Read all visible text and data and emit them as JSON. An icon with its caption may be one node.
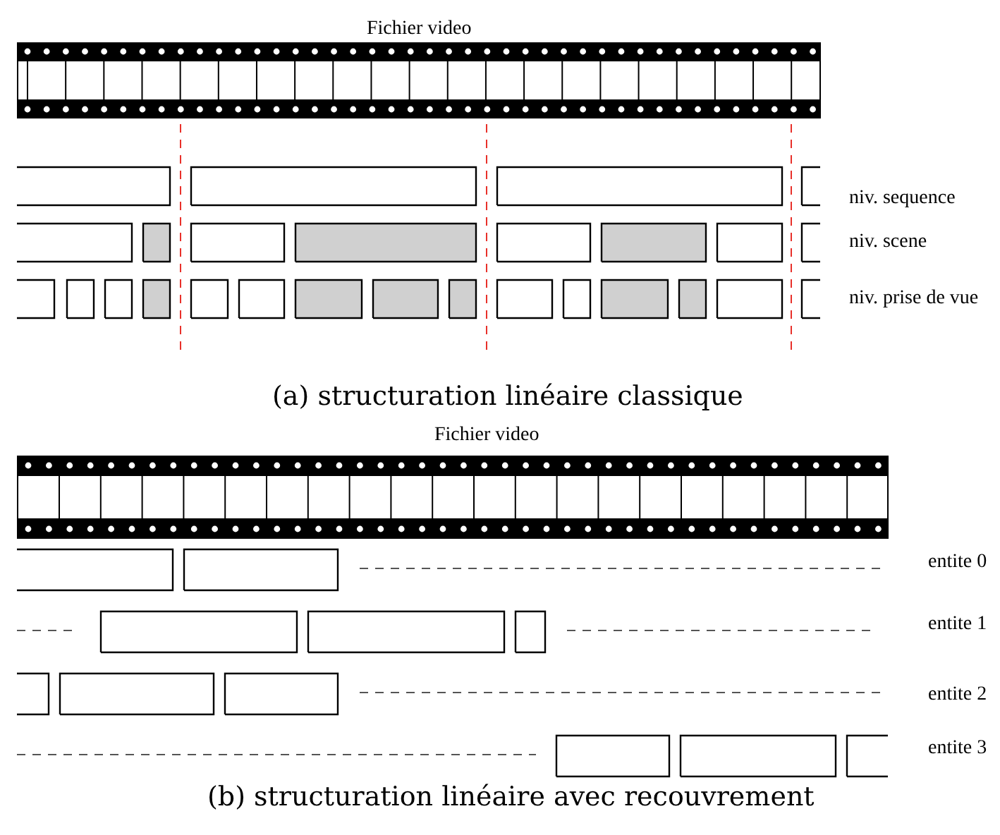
{
  "diagram": {
    "labels": [
      "Fichier video",
      "niv. sequence",
      "niv. scene",
      "niv. prise de vue",
      "(a) structuration linéaire classique",
      "Fichier video",
      "entite 0",
      "entite 1",
      "entite 2",
      "entite 3",
      "(b) structuration linéaire avec recouvrement"
    ]
  }
}
